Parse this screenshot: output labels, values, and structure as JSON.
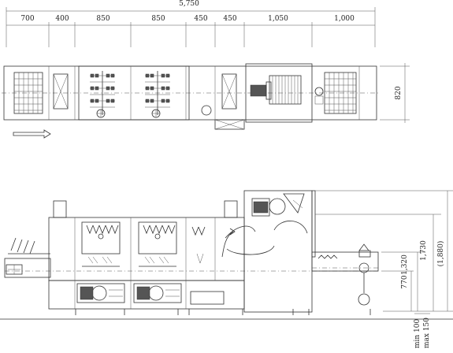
{
  "dimensions": {
    "overall_length": "5,750",
    "sections": [
      "700",
      "400",
      "850",
      "850",
      "450",
      "450",
      "1,050",
      "1,000"
    ],
    "plan_width": "820",
    "heights": [
      "770",
      "1,320",
      "1,730",
      "(1,880)"
    ],
    "foot_adjust_min": "min 100",
    "foot_adjust_max": "max 150"
  },
  "icons": {
    "direction": "flow-direction-arrow-icon",
    "fan": "fan-icon",
    "pump": "pump-icon",
    "spray": "spray-nozzle-icon",
    "motor": "motor-icon"
  },
  "colors": {
    "line": "#333333",
    "background": "#ffffff"
  }
}
